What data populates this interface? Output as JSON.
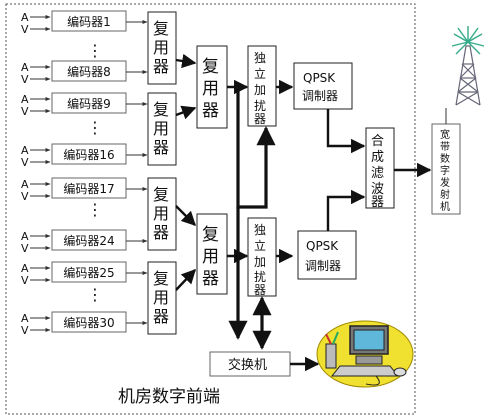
{
  "frame_label": "机房数字前端",
  "av_letters": [
    "A",
    "V"
  ],
  "encoders": [
    "编码器1",
    "编码器8",
    "编码器9",
    "编码器16",
    "编码器17",
    "编码器24",
    "编码器25",
    "编码器30"
  ],
  "ellipsis": "⋮",
  "mux1": [
    "复",
    "用",
    "器"
  ],
  "mux2": [
    "复",
    "用",
    "器"
  ],
  "scrambler": [
    "独",
    "立",
    "加",
    "扰",
    "器"
  ],
  "qpsk_top": "QPSK",
  "modulator": "调制器",
  "combiner": [
    "合",
    "成",
    "滤",
    "波",
    "器"
  ],
  "transmitter": [
    "宽",
    "带",
    "数",
    "字",
    "发",
    "射",
    "机"
  ],
  "switch": "交换机",
  "icons": [
    "antenna-tower-icon",
    "computer-workstation-icon"
  ]
}
